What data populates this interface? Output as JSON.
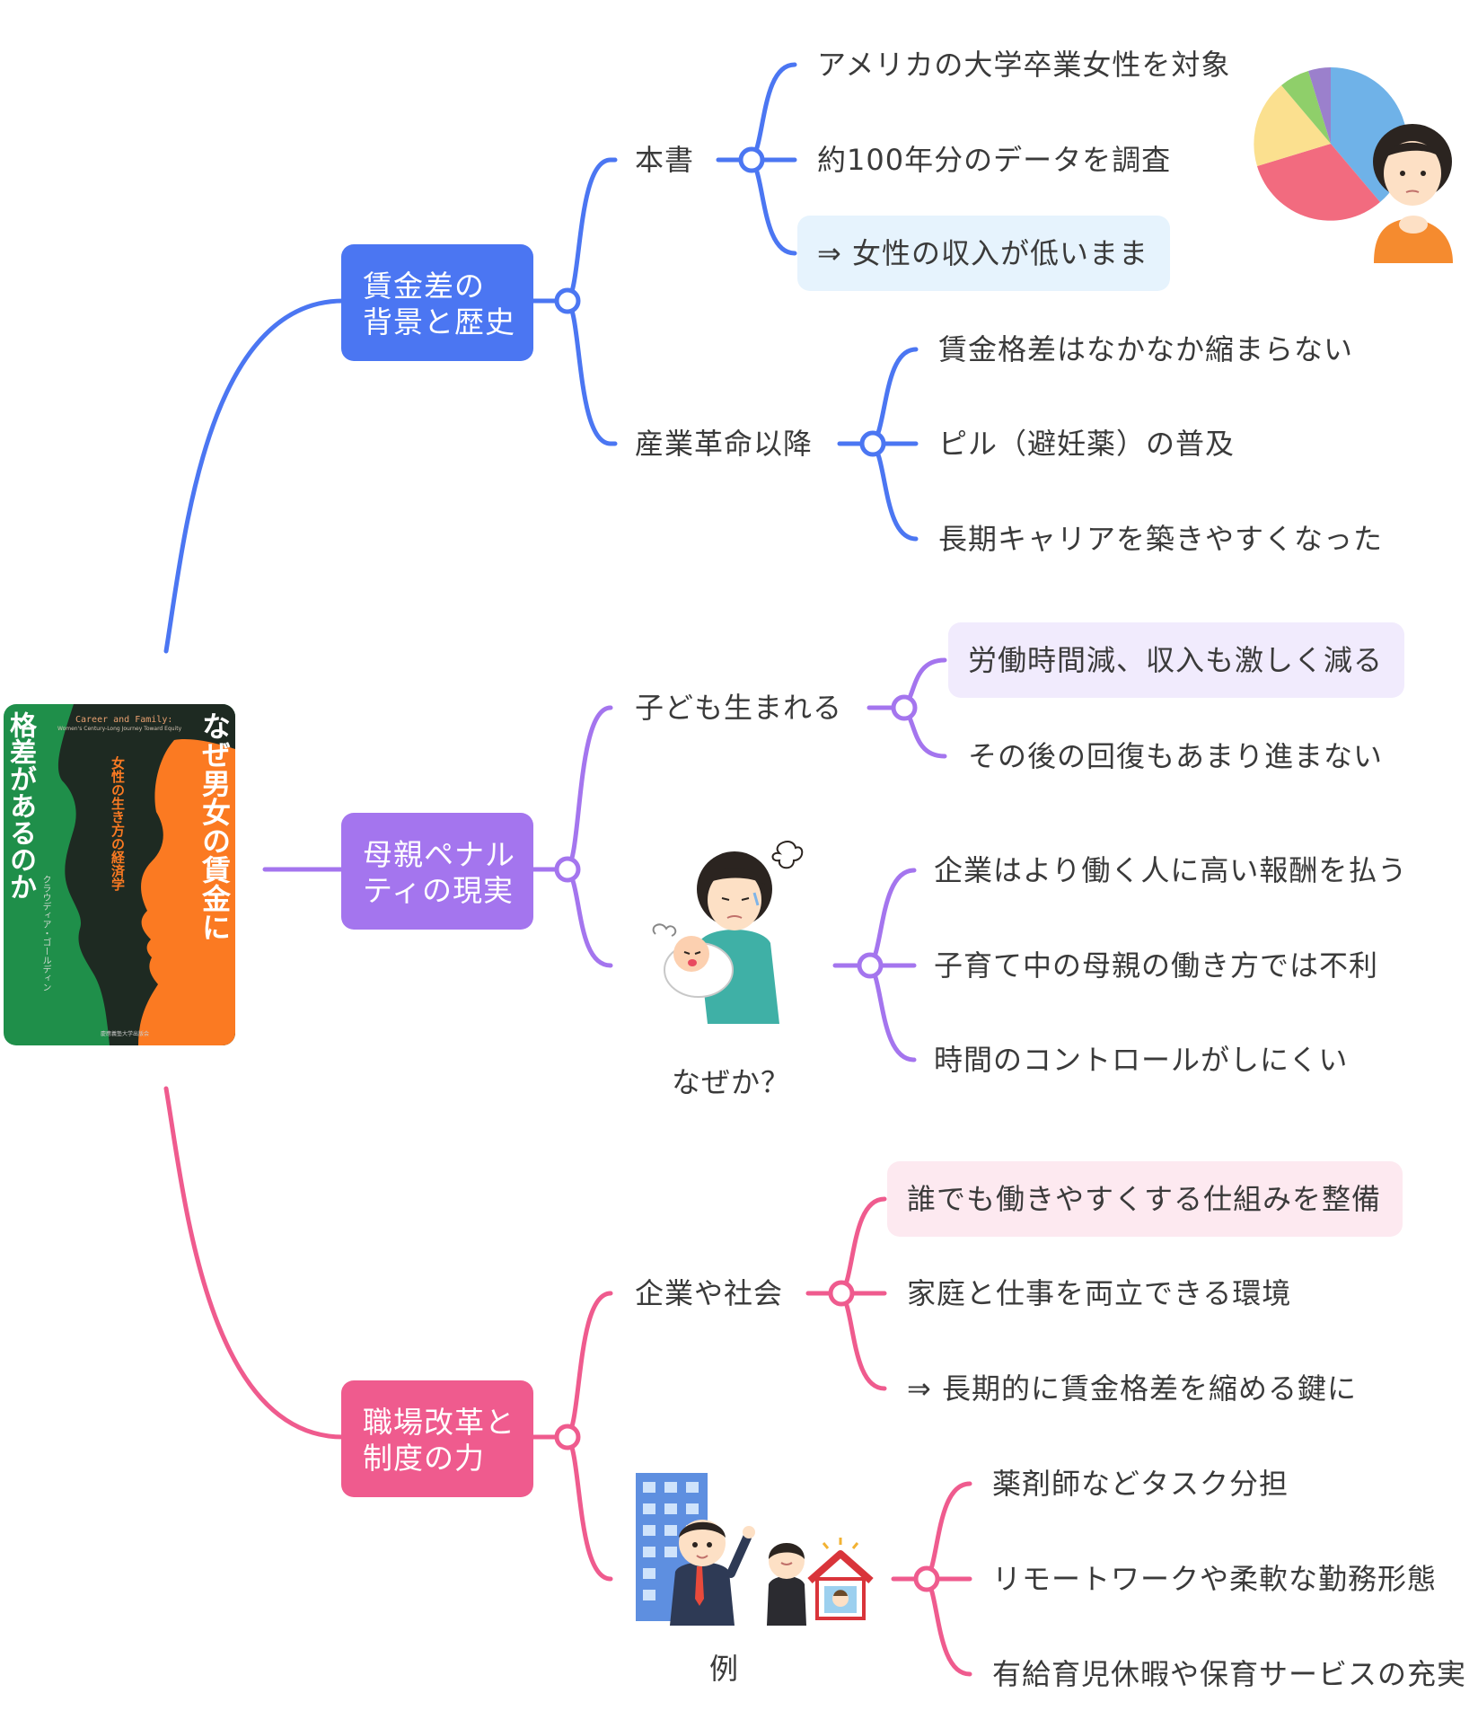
{
  "colors": {
    "blue": "#4b76f2",
    "purple": "#a475ee",
    "pink": "#ef5b8e",
    "note_blue_bg": "#e6f3fd",
    "note_purple_bg": "#f1ebfd",
    "note_pink_bg": "#fde9f0"
  },
  "book": {
    "title": "なぜ男女の賃金に格差があるのか",
    "title_line1": "なぜ男女の賃金に",
    "title_line2": "格差があるのか",
    "english_title": "Career and Family:",
    "english_subtitle": "Women's Century-Long Journey Toward Equity",
    "subtitle": "女性の生き方の経済学",
    "author": "クラウディア・ゴールディン",
    "publisher": "慶應義塾大学出版会"
  },
  "branches": {
    "history": {
      "label": "賃金差の\n背景と歴史",
      "book": {
        "label": "本書",
        "items": [
          "アメリカの大学卒業女性を対象",
          "約100年分のデータを調査",
          "⇒ 女性の収入が低いまま"
        ]
      },
      "industrial": {
        "label": "産業革命以降",
        "items": [
          "賃金格差はなかなか縮まらない",
          "ピル（避妊薬）の普及",
          "長期キャリアを築きやすくなった"
        ]
      },
      "illustration": "pie-chart-thinking-woman"
    },
    "penalty": {
      "label": "母親ペナル\nティの現実",
      "child": {
        "label": "子ども生まれる",
        "items": [
          "労働時間減、収入も激しく減る",
          "その後の回復もあまり進まない"
        ]
      },
      "why": {
        "label": "なぜか？",
        "items": [
          "企業はより働く人に高い報酬を払う",
          "子育て中の母親の働き方では不利",
          "時間のコントロールがしにくい"
        ]
      },
      "illustration": "tired-mother-with-baby"
    },
    "reform": {
      "label": "職場改革と\n制度の力",
      "society": {
        "label": "企業や社会",
        "items": [
          "誰でも働きやすくする仕組みを整備",
          "家庭と仕事を両立できる環境",
          "⇒ 長期的に賃金格差を縮める鍵に"
        ]
      },
      "example": {
        "label": "例",
        "items": [
          "薬剤師などタスク分担",
          "リモートワークや柔軟な勤務形態",
          "有給育児休暇や保育サービスの充実"
        ]
      },
      "illustration": "office-and-remote-work"
    }
  }
}
